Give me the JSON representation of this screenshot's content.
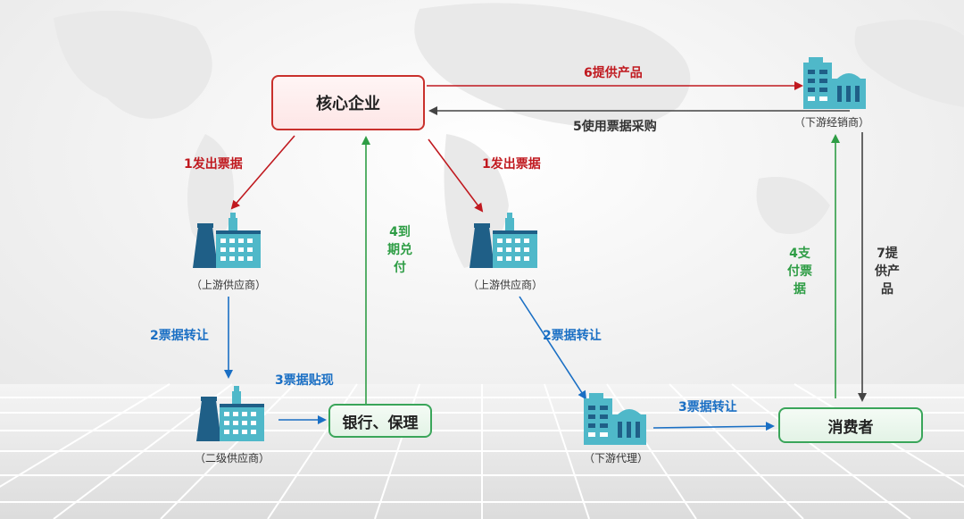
{
  "nodes": {
    "core": "核心企业",
    "bank": "银行、保理",
    "consumer": "消费者"
  },
  "captions": {
    "upstream_left": "（上游供应商）",
    "secondary": "（二级供应商）",
    "upstream_mid": "（上游供应商）",
    "agent": "（下游代理）",
    "dealer": "（下游经销商）"
  },
  "edges": {
    "issue_left": "1发出票据",
    "issue_mid": "1发出票据",
    "transfer_left": "2票据转让",
    "transfer_mid": "2票据转让",
    "discount": "3票据贴现",
    "transfer_consumer": "3票据转让",
    "maturity": "4到期兑付",
    "pay": "4支付票据",
    "purchase": "5使用票据采购",
    "supply": "6提供产品",
    "provide": "7提供产品"
  },
  "colors": {
    "red": "#c0191f",
    "blue": "#1a6fc4",
    "green": "#2e9d45",
    "dark": "#444444",
    "icon_dark": "#1f5f87",
    "icon_teal": "#4fb8c9"
  },
  "icons": [
    "factory-icon",
    "office-building-icon"
  ]
}
